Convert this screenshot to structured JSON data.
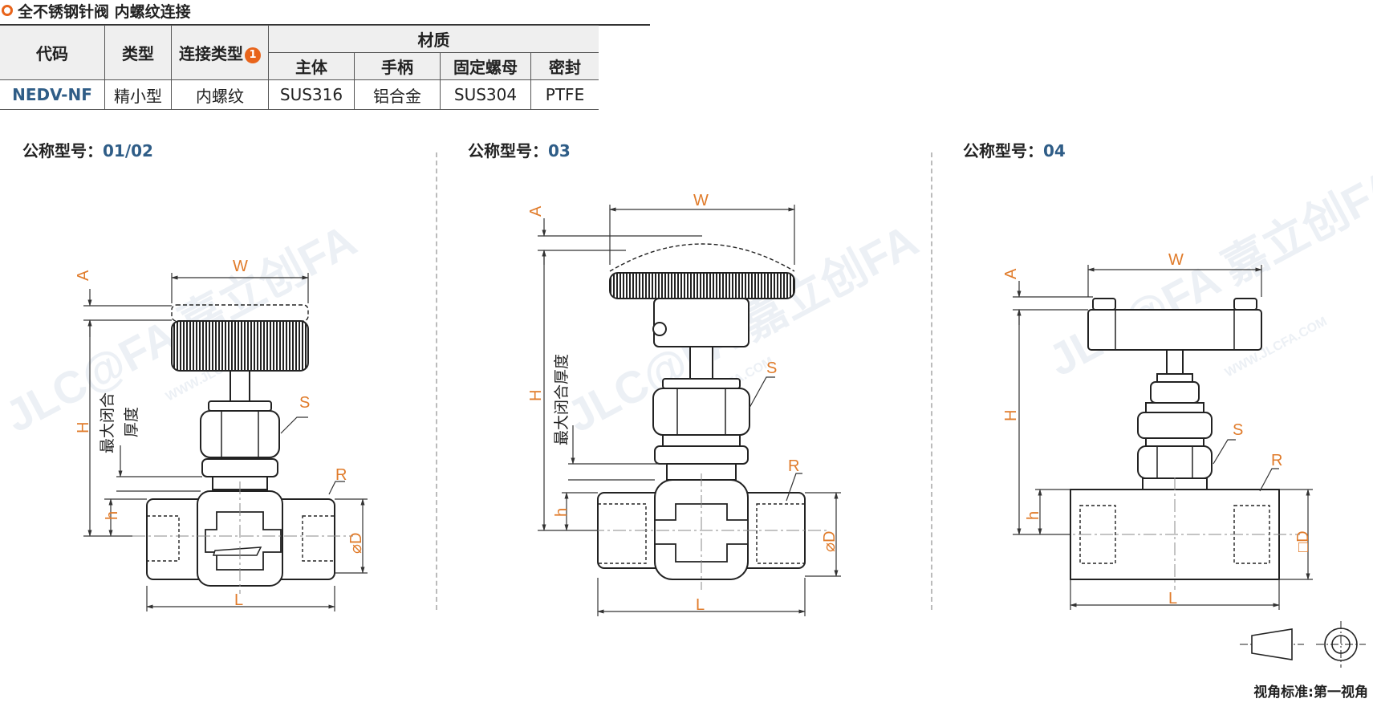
{
  "title": "全不锈钢针阀 内螺纹连接",
  "table": {
    "headers": {
      "code": "代码",
      "type": "类型",
      "connection": "连接类型",
      "connection_badge": "1",
      "material": "材质",
      "body": "主体",
      "handle": "手柄",
      "nut": "固定螺母",
      "seal": "密封"
    },
    "row": {
      "code": "NEDV-NF",
      "type": "精小型",
      "connection": "内螺纹",
      "body": "SUS316",
      "handle": "铝合金",
      "nut": "SUS304",
      "seal": "PTFE"
    }
  },
  "models": [
    {
      "label": "公称型号：",
      "value": "01/02"
    },
    {
      "label": "公称型号：",
      "value": "03"
    },
    {
      "label": "公称型号：",
      "value": "04"
    }
  ],
  "dims": {
    "W": "W",
    "A": "A",
    "H": "H",
    "h": "h",
    "S": "S",
    "R": "R",
    "L": "L",
    "D_round": "⌀D",
    "D_square": "□D",
    "closing_thickness_a": "最大闭合",
    "closing_thickness_b": "厚度",
    "closing_thickness": "最大闭合厚度"
  },
  "watermark": "JLC@FA 嘉立创FA",
  "watermark_url": "WWW.JLCFA.COM",
  "projection_label": "视角标准:第一视角",
  "colors": {
    "accent": "#e8641b",
    "code_blue": "#2f5d87",
    "dim_orange": "#e07b2a"
  }
}
